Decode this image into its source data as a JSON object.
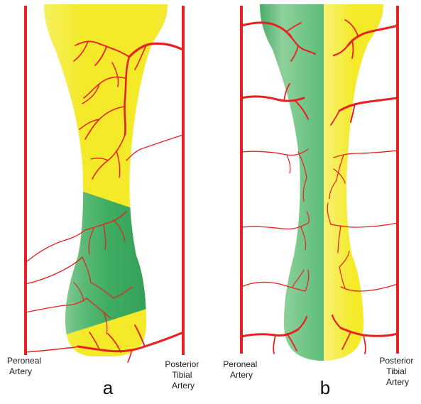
{
  "colors": {
    "bone_yellow": "#f4ea2a",
    "bone_green": "#2f9e55",
    "bone_green_light": "#8ccf9a",
    "artery_red": "#e8201f"
  },
  "panels": [
    {
      "letter": "a",
      "left_artery": {
        "lines": [
          "Peroneal",
          "Artery"
        ]
      },
      "right_artery": {
        "lines": [
          "Posterior",
          "Tibial",
          "Artery"
        ]
      }
    },
    {
      "letter": "b",
      "left_artery": {
        "lines": [
          "Peroneal",
          "Artery"
        ]
      },
      "right_artery": {
        "lines": [
          "Posterior",
          "Tibial",
          "Artery"
        ]
      }
    }
  ]
}
